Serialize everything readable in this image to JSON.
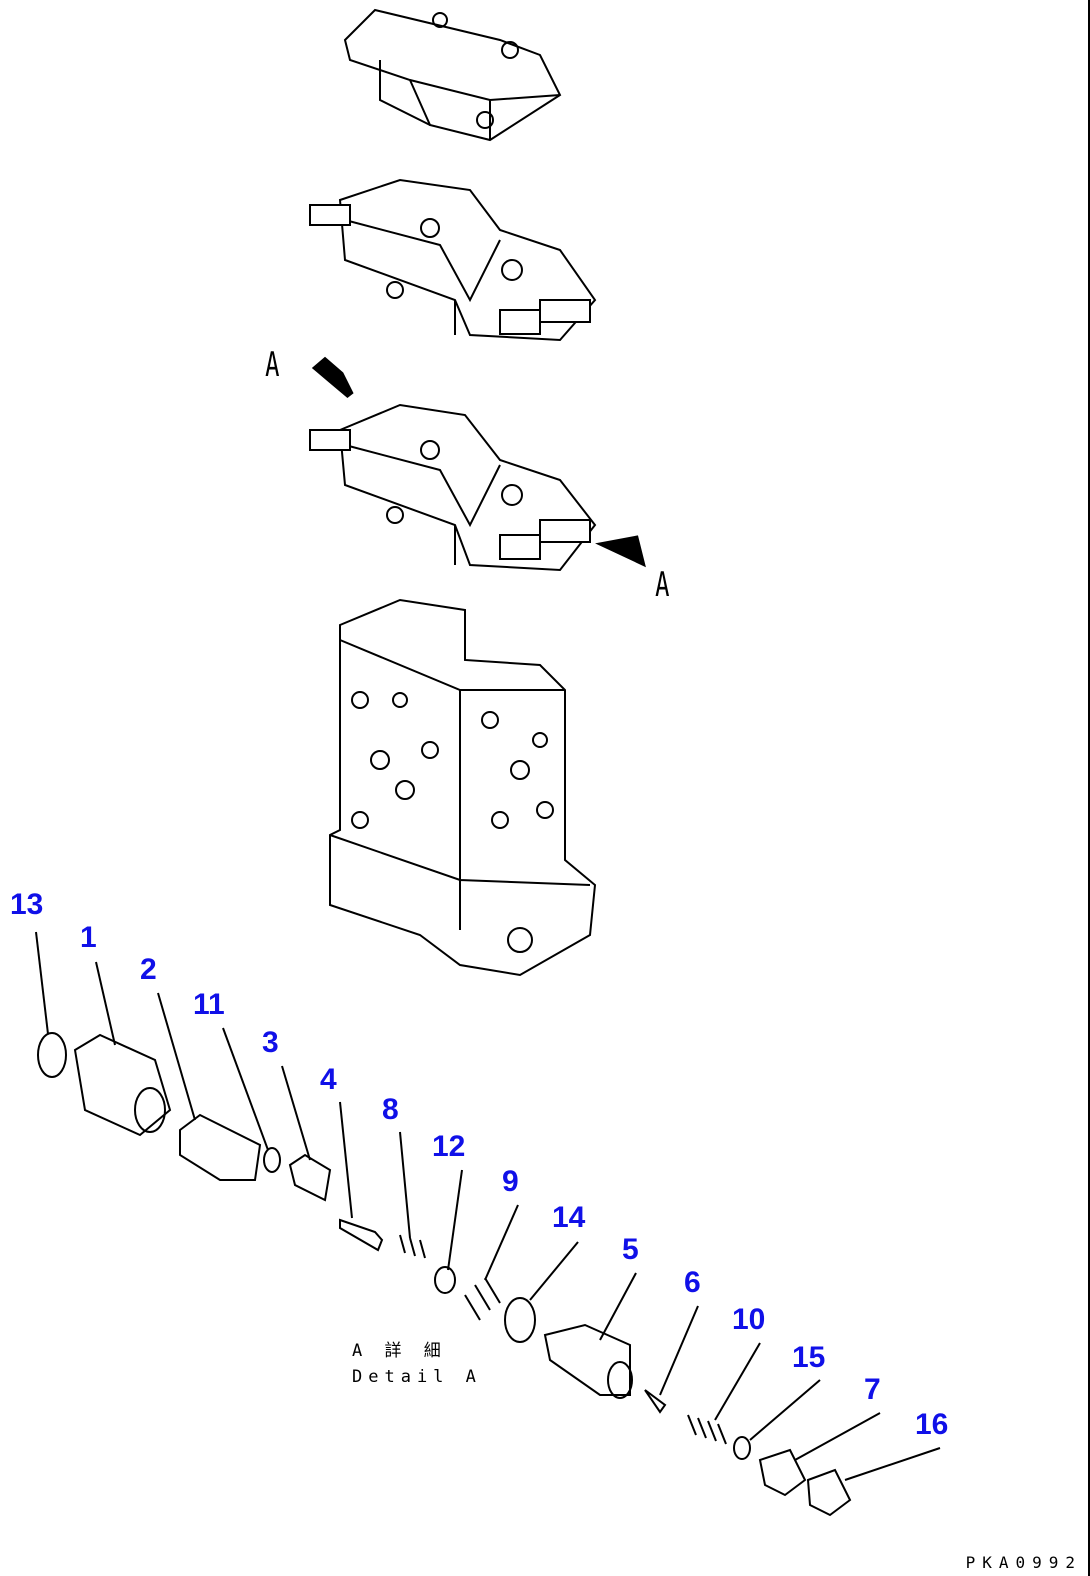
{
  "diagram": {
    "view_marker": "A",
    "caption": {
      "line1": "A 詳 細",
      "line2": "Detail A"
    },
    "drawing_code": "PKA0992",
    "callout_color": "#1010e8",
    "callouts": [
      "13",
      "1",
      "2",
      "11",
      "3",
      "4",
      "8",
      "12",
      "9",
      "14",
      "5",
      "6",
      "10",
      "15",
      "7",
      "16"
    ]
  }
}
